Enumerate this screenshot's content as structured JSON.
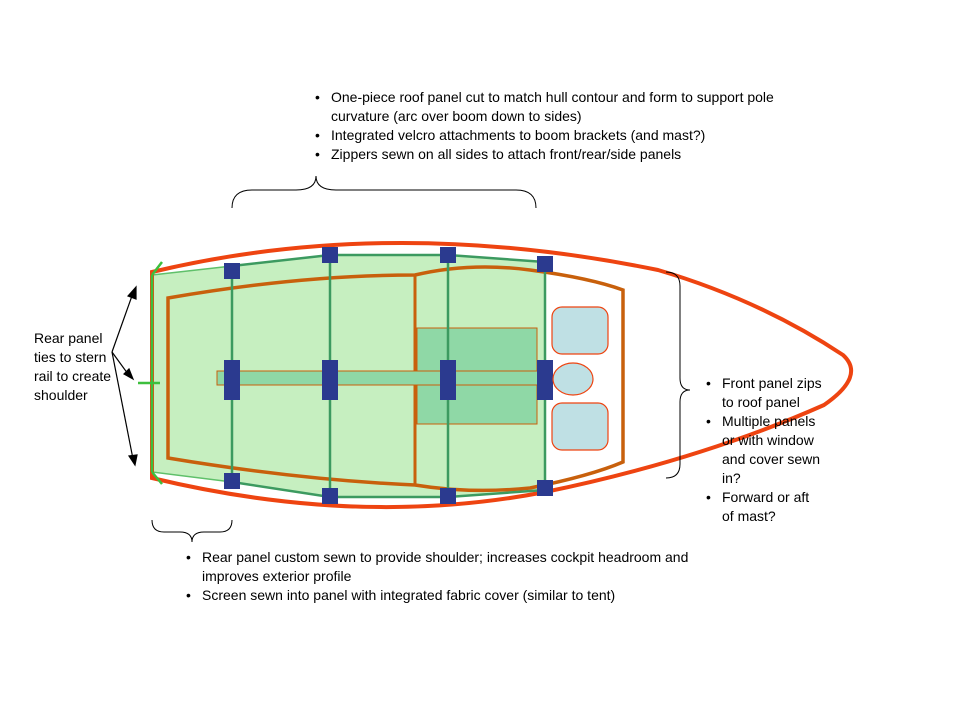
{
  "top_notes": [
    "One-piece roof panel cut to match hull contour and form to support pole curvature (arc over boom down to sides)",
    "Integrated velcro attachments to boom brackets (and mast?)",
    "Zippers sewn on all sides to attach front/rear/side panels"
  ],
  "left_note": "Rear panel ties to stern rail to create shoulder",
  "right_notes": [
    "Front panel zips to roof panel",
    "Multiple panels or with window and cover sewn in?",
    "Forward or aft of mast?"
  ],
  "bottom_notes": [
    "Rear panel custom sewn to provide shoulder; increases cockpit headroom and improves exterior profile",
    "Screen sewn into panel with integrated fabric cover (similar to tent)"
  ],
  "colors": {
    "hull_outline": "#ee4411",
    "deck_outline": "#c8600c",
    "roof_fill": "#c6efc0",
    "frame_line": "#3c9a60",
    "bracket": "#2b3a8f",
    "hatch_fill": "#bfe0e4"
  }
}
